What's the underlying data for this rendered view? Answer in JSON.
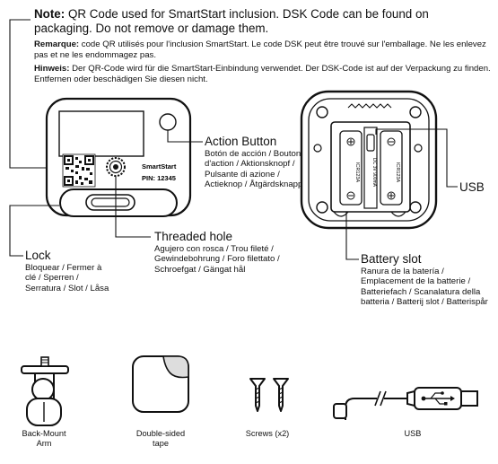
{
  "note": {
    "title": "Note:",
    "text": " QR Code used for SmartStart inclusion. DSK Code can be found on packaging. Do not remove or damage them.",
    "fr_title": "Remarque:",
    "fr_text": " code QR utilisés pour l'inclusion SmartStart. Le code DSK peut être trouvé sur l'emballage. Ne les enlevez pas et ne les endommagez pas.",
    "de_title": "Hinweis:",
    "de_text": " Der QR-Code wird für die SmartStart-Einbindung verwendet. Der DSK-Code ist auf der Verpackung zu finden. Entfernen oder beschädigen Sie diesen nicht."
  },
  "device_label": {
    "brand": "SmartStart",
    "pin": "PIN: 12345"
  },
  "labels": {
    "action_button": {
      "title": "Action Button",
      "translations": "Botón de acción / Bouton d'action / Aktionsknopf / Pulsante di azione / Actieknop / Åtgärdsknapp"
    },
    "usb": "USB",
    "lock": {
      "title": "Lock",
      "translations": "Bloquear / Fermer à clé / Sperren / Serratura / Slot / Låsa"
    },
    "threaded_hole": {
      "title": "Threaded hole",
      "translations": "Agujero con rosca / Trou fileté / Gewindebohrung / Foro filettato / Schroefgat / Gängat hål"
    },
    "battery_slot": {
      "title": "Battery slot",
      "translations": "Ranura de la batería / Emplacement de la batterie / Batteriefach / Scanalatura della batteria / Batterij slot / Batterispår"
    },
    "battery_text_a": "ICR123A",
    "battery_text_b": "DC 3V 900mA",
    "battery_text_c": "ICR123A"
  },
  "accessories": [
    {
      "name": "Back-Mount Arm"
    },
    {
      "name": "Double-sided tape"
    },
    {
      "name": "Screws (x2)"
    },
    {
      "name": "USB"
    }
  ],
  "colors": {
    "line": "#111111",
    "fill": "#ffffff",
    "gray": "#dddddd"
  }
}
